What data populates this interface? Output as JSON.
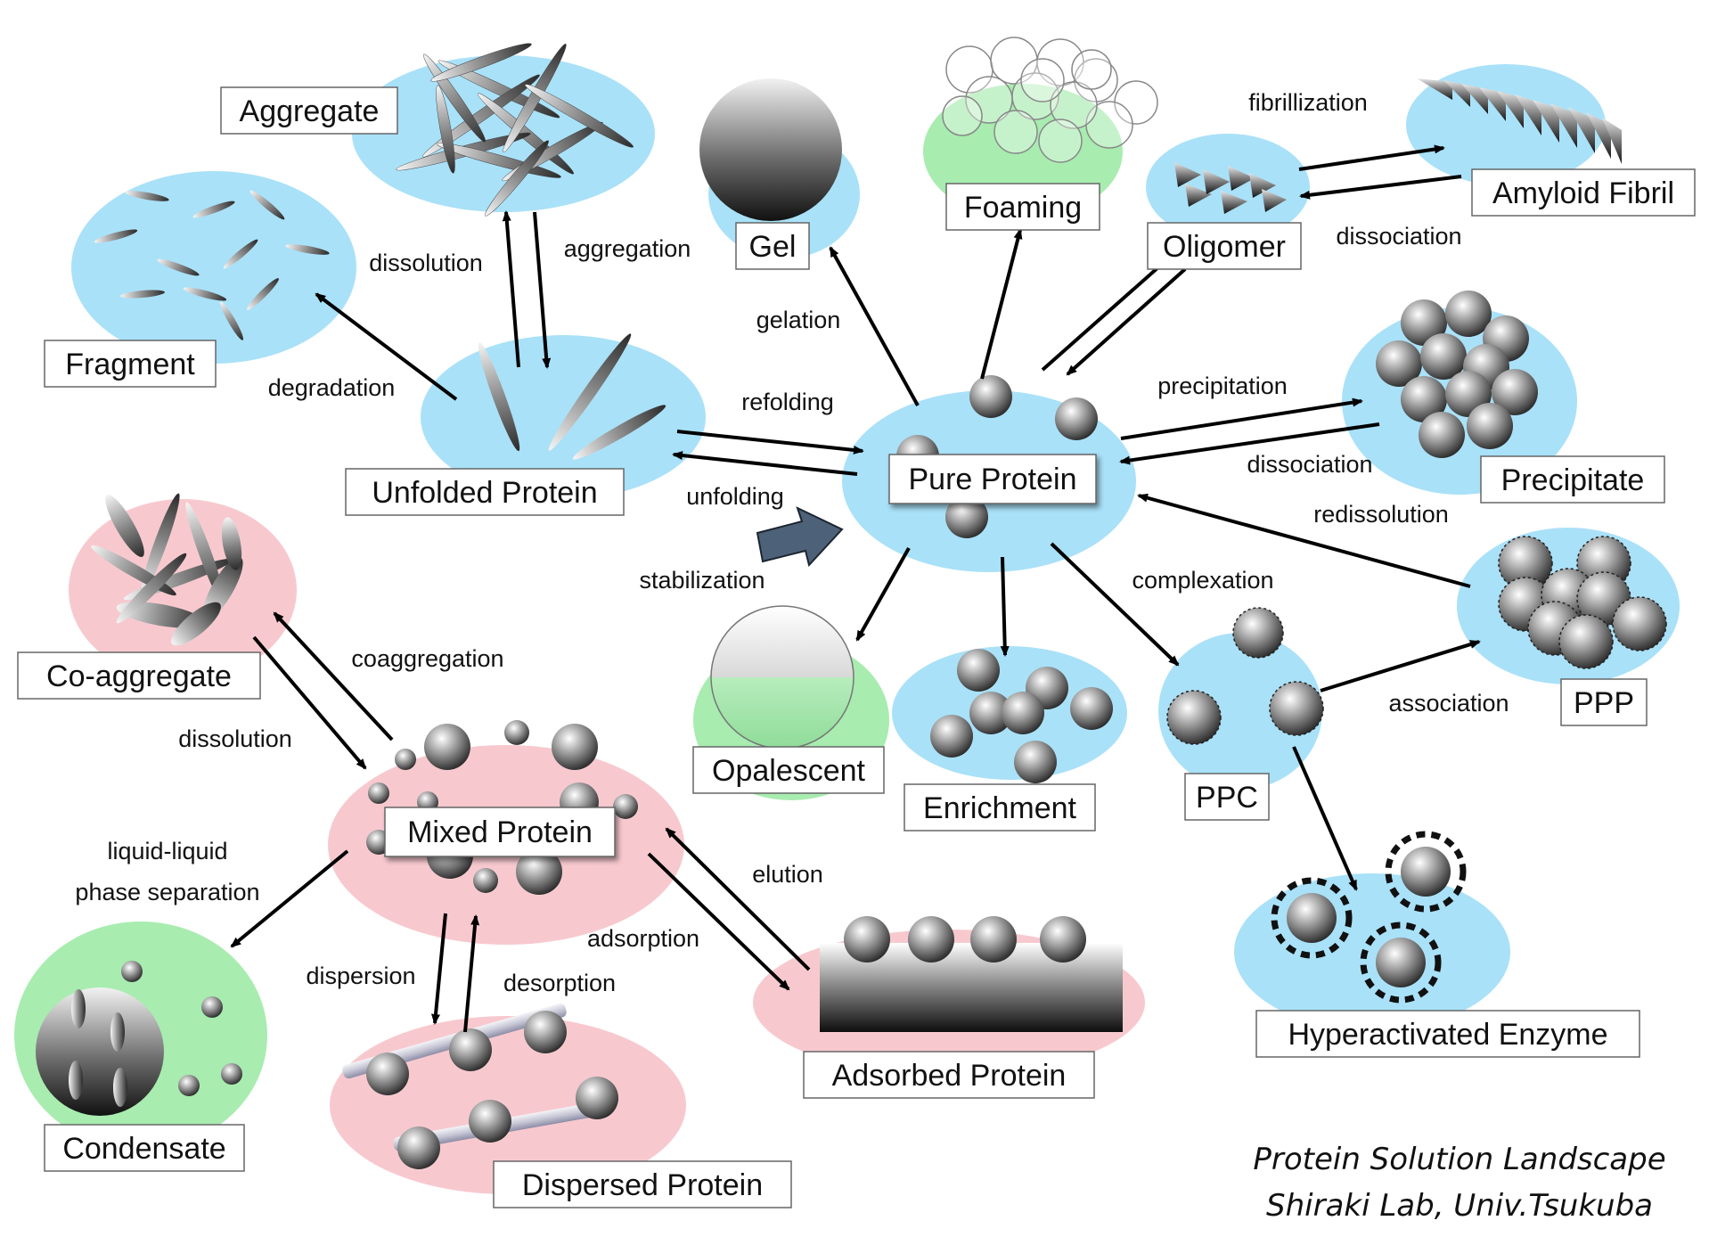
{
  "diagram": {
    "nodes": {
      "aggregate": "Aggregate",
      "fragment": "Fragment",
      "gel": "Gel",
      "foaming": "Foaming",
      "oligomer": "Oligomer",
      "amyloid_fibril": "Amyloid Fibril",
      "unfolded_protein": "Unfolded Protein",
      "pure_protein": "Pure Protein",
      "precipitate": "Precipitate",
      "co_aggregate": "Co-aggregate",
      "ppp": "PPP",
      "opalescent": "Opalescent",
      "enrichment": "Enrichment",
      "ppc": "PPC",
      "mixed_protein": "Mixed Protein",
      "hyperactivated_enzyme": "Hyperactivated Enzyme",
      "condensate": "Condensate",
      "adsorbed_protein": "Adsorbed Protein",
      "dispersed_protein": "Dispersed Protein"
    },
    "edges": {
      "fibrillization": "fibrillization",
      "dissociation_fibril": "dissociation",
      "dissolution_top": "dissolution",
      "aggregation": "aggregation",
      "gelation": "gelation",
      "degradation": "degradation",
      "refolding": "refolding",
      "unfolding": "unfolding",
      "precipitation": "precipitation",
      "dissociation_precipitate": "dissociation",
      "redissolution": "redissolution",
      "stabilization": "stabilization",
      "complexation": "complexation",
      "coaggregation": "coaggregation",
      "dissolution_co": "dissolution",
      "association": "association",
      "llps_line1": "liquid-liquid",
      "llps_line2": "phase separation",
      "elution": "elution",
      "adsorption": "adsorption",
      "dispersion": "dispersion",
      "desorption": "desorption"
    },
    "credit": {
      "line1": "Protein Solution Landscape",
      "line2": "Shiraki Lab, Univ.Tsukuba"
    }
  },
  "colors": {
    "blue_blob": "#a9e1f8",
    "pink_blob": "#f7c9cf",
    "green_blob": "#a8ecb0",
    "arrow": "#000000",
    "stabilization_arrow": "#4d6278"
  }
}
